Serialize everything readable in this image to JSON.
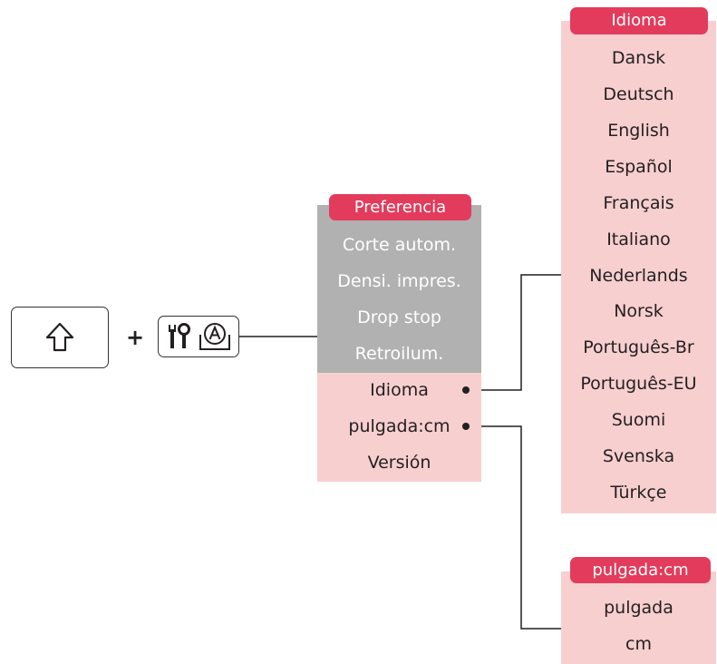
{
  "keys": {
    "shift_icon": "shift-arrow-icon",
    "plus": "+",
    "settings_icon": "tools-icon",
    "auto_icon": "circled-a-icon"
  },
  "preferencia": {
    "header": "Preferencia",
    "gray_items": [
      "Corte autom.",
      "Densi. impres.",
      "Drop stop",
      "Retroilum."
    ],
    "pink_items": [
      "Idioma",
      "pulgada:cm",
      "Versión"
    ]
  },
  "idioma": {
    "header": "Idioma",
    "items": [
      "Dansk",
      "Deutsch",
      "English",
      "Español",
      "Français",
      "Italiano",
      "Nederlands",
      "Norsk",
      "Português-Br",
      "Português-EU",
      "Suomi",
      "Svenska",
      "Türkçe"
    ]
  },
  "pulgada_cm": {
    "header": "pulgada:cm",
    "items": [
      "pulgada",
      "cm"
    ]
  },
  "colors": {
    "header": "#e33b5c",
    "gray_panel": "#b1b1b1",
    "pink_panel": "#f7cfcf"
  }
}
